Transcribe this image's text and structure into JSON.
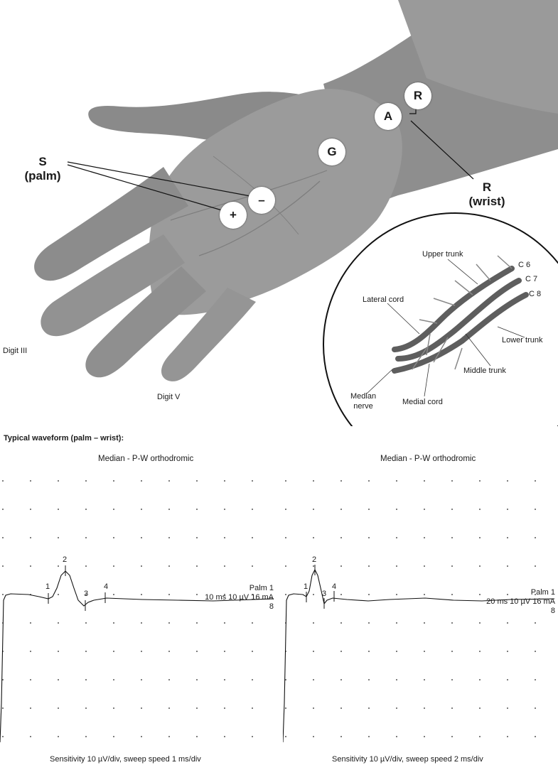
{
  "figure": {
    "labels": {
      "stim_title": "S",
      "stim_sub": "(palm)",
      "rec_title": "R",
      "rec_sub": "(wrist)",
      "digit_iii": "Digit III",
      "digit_v": "Digit V"
    },
    "electrodes": {
      "recording": "R",
      "active": "A",
      "ground": "G",
      "cathode": "–",
      "anode": "+"
    },
    "plexus": {
      "c6": "C 6",
      "c7": "C 7",
      "c8": "C 8",
      "upper_trunk": "Upper trunk",
      "lateral_cord": "Lateral cord",
      "lower_trunk": "Lower trunk",
      "middle_trunk": "Middle trunk",
      "median_nerve_1": "Median",
      "median_nerve_2": "nerve",
      "medial_cord": "Medial cord"
    }
  },
  "waveform_section": {
    "title": "Typical waveform (palm – wrist):",
    "panels": [
      {
        "title": "Median - P-W orthodromic",
        "trace_label": "Palm 1",
        "settings": "10 ms 10 µV 16 mA",
        "trial": "8",
        "markers": [
          "1",
          "2",
          "3",
          "4"
        ],
        "caption": "Sensitivity 10 µV/div, sweep speed 1 ms/div"
      },
      {
        "title": "Median - P-W orthodromic",
        "trace_label": "Palm 1",
        "settings": "20 ms 10 µV 16 mA",
        "trial": "8",
        "markers": [
          "1",
          "2",
          "3",
          "4"
        ],
        "caption": "Sensitivity 10 µV/div, sweep speed 2 ms/div"
      }
    ]
  }
}
